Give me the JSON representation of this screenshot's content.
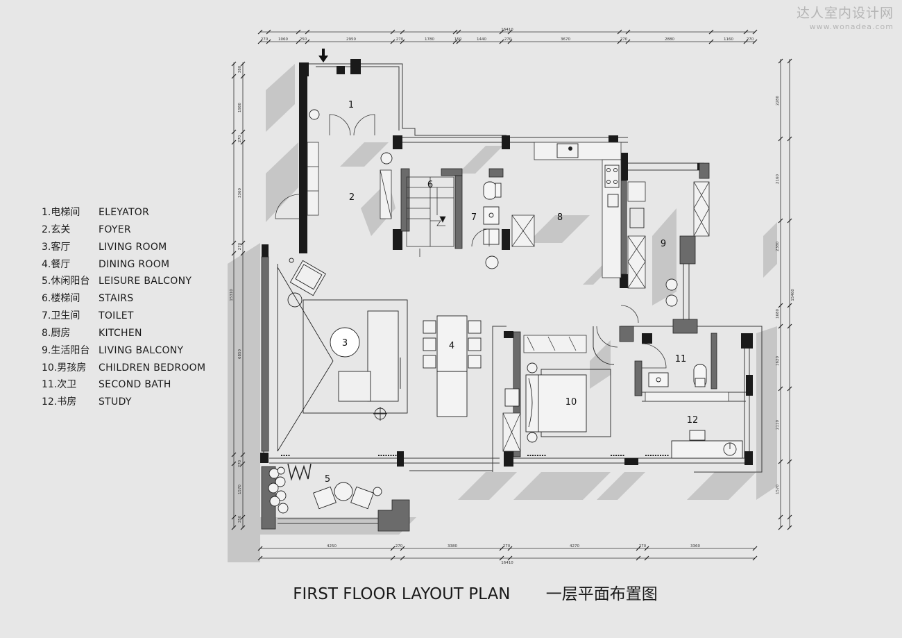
{
  "watermark": {
    "brand_cn": "达人室内设计网",
    "url": "www.wonadea.com"
  },
  "legend": [
    {
      "cn": "1.电梯间",
      "en": "ELEYATOR"
    },
    {
      "cn": "2.玄关",
      "en": "FOYER"
    },
    {
      "cn": "3.客厅",
      "en": "LIVING ROOM"
    },
    {
      "cn": "4.餐厅",
      "en": "DINING ROOM"
    },
    {
      "cn": "5.休闲阳台",
      "en": "LEISURE BALCONY"
    },
    {
      "cn": "6.楼梯间",
      "en": "STAIRS"
    },
    {
      "cn": "7.卫生间",
      "en": "TOILET"
    },
    {
      "cn": "8.厨房",
      "en": "KITCHEN"
    },
    {
      "cn": "9.生活阳台",
      "en": "LIVING BALCONY"
    },
    {
      "cn": "10.男孩房",
      "en": "CHILDREN BEDROOM"
    },
    {
      "cn": "11.次卫",
      "en": "SECOND BATH"
    },
    {
      "cn": "12.书房",
      "en": "STUDY"
    }
  ],
  "room_numbers": [
    "1",
    "2",
    "3",
    "4",
    "5",
    "6",
    "7",
    "8",
    "9",
    "10",
    "11",
    "12"
  ],
  "dimensions": {
    "top_total": "16410",
    "top_segments": [
      "270",
      "1060",
      "250",
      "2950",
      "270",
      "1780",
      "150",
      "1440",
      "270",
      "3670",
      "270",
      "2880",
      "1160",
      "270"
    ],
    "bottom_total": "16410",
    "bottom_segments": [
      "4250",
      "270",
      "3380",
      "270",
      "4270",
      "270",
      "3360"
    ],
    "left_total": "15310",
    "left_segments": [
      "380",
      "1980",
      "270",
      "3360",
      "270",
      "6850",
      "270",
      "1570",
      "350"
    ],
    "right_total": "15460",
    "right_segments": [
      "2280",
      "2160",
      "2380",
      "1680",
      "1620",
      "2110",
      "1570"
    ]
  },
  "title": {
    "en": "FIRST FLOOR LAYOUT PLAN",
    "cn": "一层平面布置图"
  },
  "colors": {
    "background": "#e7e7e7",
    "wall": "#1a1a1a",
    "column": "#6b6b6b",
    "shadow": "#c9c9c9",
    "line": "#2a2a2a"
  }
}
